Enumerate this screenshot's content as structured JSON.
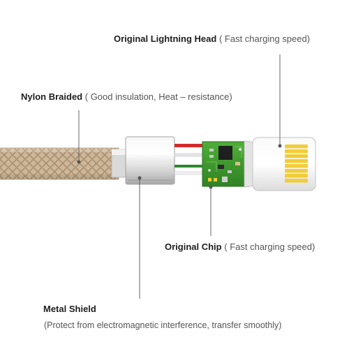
{
  "labels": {
    "lightning": {
      "title": "Original Lightning Head",
      "note": "( Fast charging speed)"
    },
    "nylon": {
      "title": "Nylon Braided",
      "note": "( Good insulation, Heat – resistance)"
    },
    "chip": {
      "title": "Original Chip",
      "note": "( Fast charging speed)"
    },
    "shield": {
      "title": "Metal Shield",
      "note": "(Protect from electromagnetic interference, transfer smoothly)"
    }
  },
  "colors": {
    "braid": "#cdb79a",
    "pcb": "#3f9a2e",
    "gold_pin": "#f2cd3a",
    "red_wire": "#d32a2a",
    "leader_line": "#555555",
    "text_dark": "#1e1e1e"
  }
}
